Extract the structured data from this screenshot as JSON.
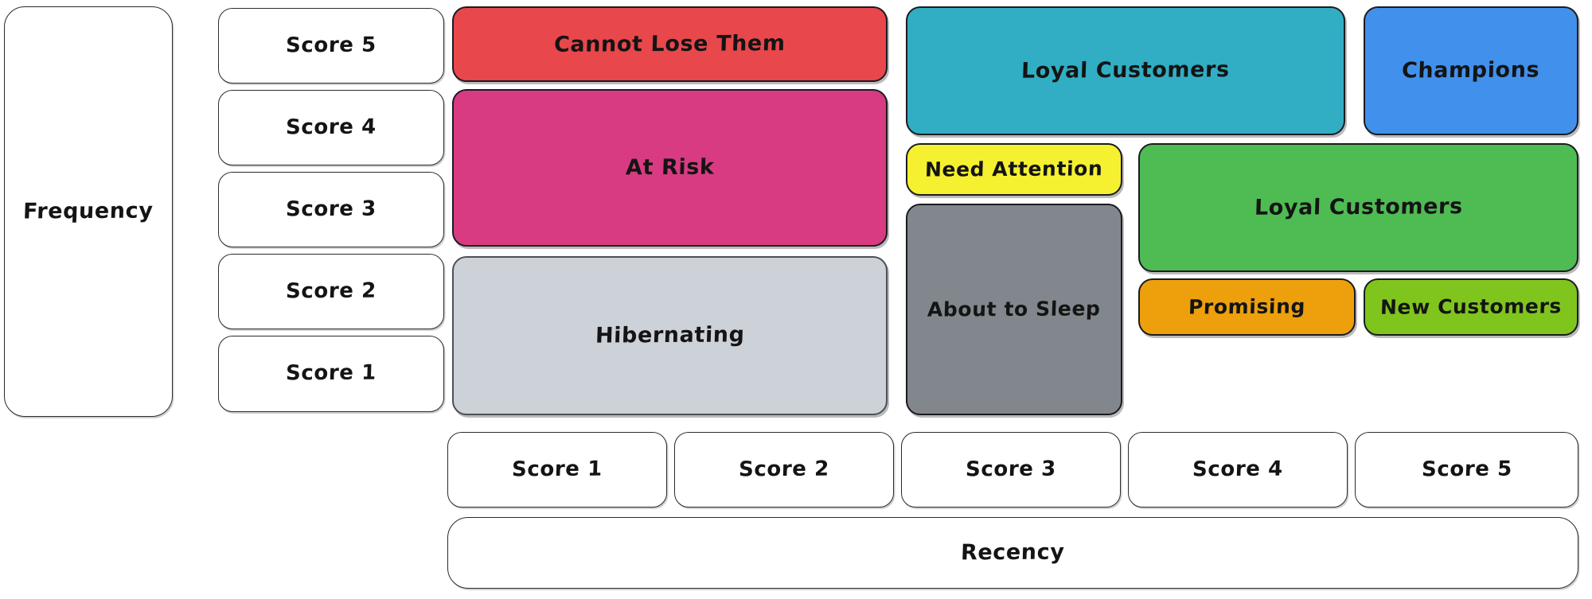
{
  "diagram": {
    "type": "rfm-segmentation-matrix",
    "axes": {
      "y_axis_label": "Frequency",
      "x_axis_label": "Recency",
      "frequency_scores": [
        "Score 5",
        "Score 4",
        "Score 3",
        "Score 2",
        "Score 1"
      ],
      "recency_scores": [
        "Score 1",
        "Score 2",
        "Score 3",
        "Score 4",
        "Score 5"
      ]
    },
    "segments": [
      {
        "name": "Cannot Lose Them",
        "color": "#e8474c",
        "recency_scores": [
          "Score 1",
          "Score 2"
        ],
        "frequency_scores": [
          "Score 5"
        ]
      },
      {
        "name": "At Risk",
        "color": "#d83b82",
        "recency_scores": [
          "Score 1",
          "Score 2"
        ],
        "frequency_scores": [
          "Score 4",
          "Score 3"
        ]
      },
      {
        "name": "Hibernating",
        "color": "#cdd2d8",
        "recency_scores": [
          "Score 1",
          "Score 2"
        ],
        "frequency_scores": [
          "Score 2",
          "Score 1"
        ]
      },
      {
        "name": "Loyal Customers",
        "color": "#31aec4",
        "recency_scores": [
          "Score 3",
          "Score 4"
        ],
        "frequency_scores": [
          "Score 5",
          "Score 4"
        ]
      },
      {
        "name": "Champions",
        "color": "#4190ec",
        "recency_scores": [
          "Score 5"
        ],
        "frequency_scores": [
          "Score 5",
          "Score 4"
        ]
      },
      {
        "name": "Need Attention",
        "color": "#f5f130",
        "recency_scores": [
          "Score 3"
        ],
        "frequency_scores": [
          "Score 3"
        ]
      },
      {
        "name": "Loyal Customers",
        "color": "#4fbb53",
        "recency_scores": [
          "Score 4",
          "Score 5"
        ],
        "frequency_scores": [
          "Score 3",
          "Score 2"
        ]
      },
      {
        "name": "About to Sleep",
        "color": "#82878e",
        "recency_scores": [
          "Score 3"
        ],
        "frequency_scores": [
          "Score 2",
          "Score 1"
        ]
      },
      {
        "name": "Promising",
        "color": "#eda00b",
        "recency_scores": [
          "Score 4"
        ],
        "frequency_scores": [
          "Score 1"
        ]
      },
      {
        "name": "New Customers",
        "color": "#7fc51e",
        "recency_scores": [
          "Score 5"
        ],
        "frequency_scores": [
          "Score 1"
        ]
      }
    ]
  },
  "colors": {
    "cannot_lose_them": "#e8474c",
    "at_risk": "#d83b82",
    "hibernating": "#cdd2d8",
    "loyal_customers_teal": "#31aec4",
    "champions": "#4190ec",
    "need_attention": "#f5f130",
    "loyal_customers_green": "#4fbb53",
    "about_to_sleep": "#82878e",
    "promising": "#eda00b",
    "new_customers": "#7fc51e",
    "stroke": "#1b1b1f",
    "background": "#ffffff"
  }
}
